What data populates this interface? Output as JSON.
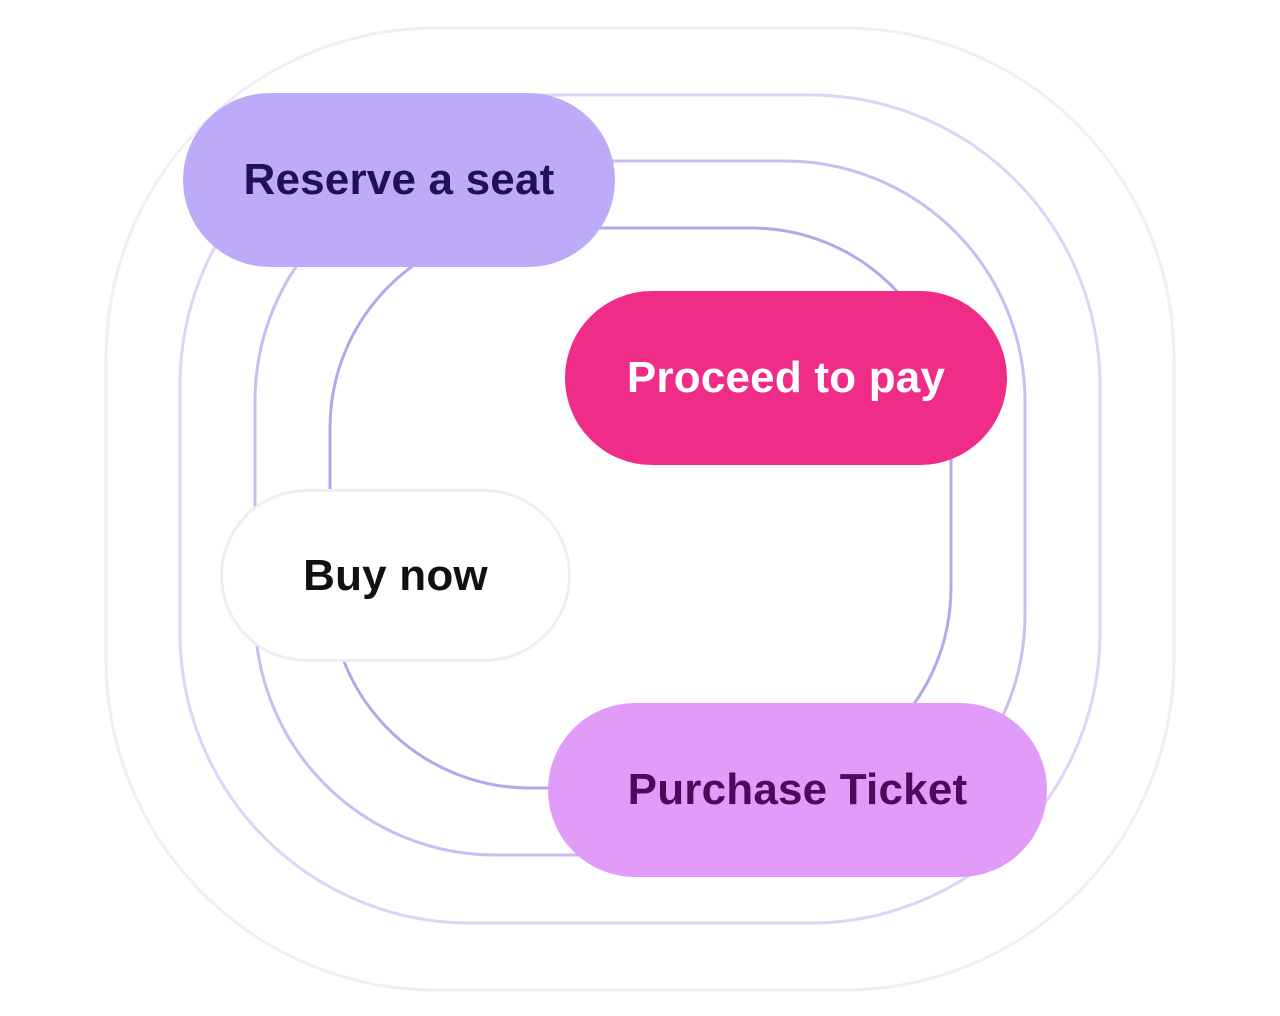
{
  "buttons": {
    "reserve": {
      "label": "Reserve a seat",
      "background": "#bdaaf9",
      "color": "#1f0f5c"
    },
    "proceed": {
      "label": "Proceed to pay",
      "background": "#ef2c88",
      "color": "#ffffff"
    },
    "buy": {
      "label": "Buy now",
      "background": "#ffffff",
      "color": "#111111"
    },
    "purchase": {
      "label": "Purchase Ticket",
      "background": "#e19bf9",
      "color": "#4c0a5c"
    }
  },
  "colors": {
    "ring_inner": "#b6a6ec",
    "ring_middle": "#c9bdf2",
    "ring_outer": "#dcd5f7",
    "ring_faint": "#f0eef8"
  }
}
